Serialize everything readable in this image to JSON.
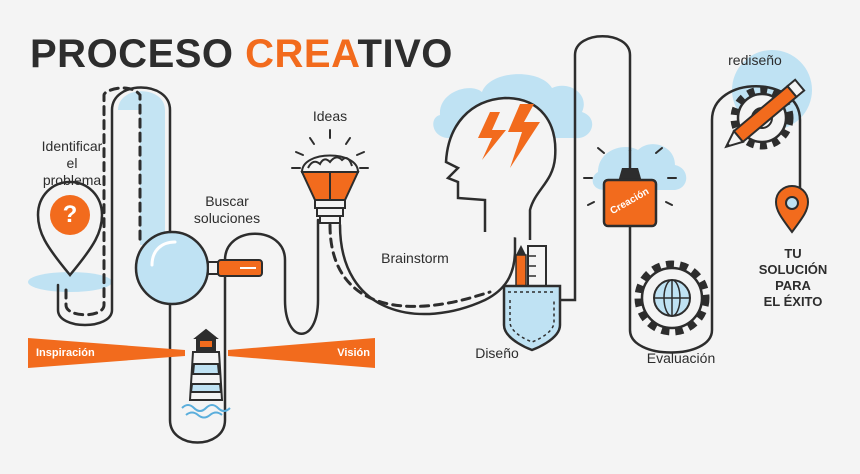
{
  "title": {
    "part1": "PROCESO ",
    "accent": "CREA",
    "part2": "TIVO"
  },
  "labels": {
    "identificar": [
      "Identificar",
      "el",
      "problema"
    ],
    "buscar": [
      "Buscar",
      "soluciones"
    ],
    "ideas": "Ideas",
    "brainstorm": "Brainstorm",
    "diseno": "Diseño",
    "evaluacion": "Evaluación",
    "rediseno": "rediseño",
    "inspiracion": "Inspiración",
    "vision": "Visión",
    "creacion": "Creación",
    "exito": [
      "TU",
      "SOLUCIÓN",
      "PARA",
      "EL ÉXITO"
    ],
    "question_mark": "?"
  },
  "colors": {
    "orange": "#f26b1d",
    "blue": "#bfe2f3",
    "dark": "#2d2d2d",
    "background": "#f4f4f4"
  },
  "icons": [
    "map-pin-question-icon",
    "magnifier-icon",
    "lighthouse-icon",
    "brain-lightbulb-icon",
    "head-lightning-icon",
    "pocket-pencil-ruler-icon",
    "creacion-tag-icon",
    "globe-gear-icon",
    "gear-pencil-icon",
    "location-pin-icon"
  ]
}
